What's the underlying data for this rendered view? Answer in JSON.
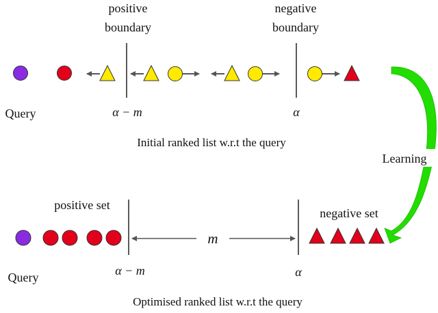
{
  "colors": {
    "query": "#8A2BE2",
    "negative_red": "#E3001B",
    "positive_yellow": "#FFEA00",
    "arrow_gray": "#555555",
    "learning_green": "#22DD00",
    "outline": "#333333"
  },
  "top": {
    "positive_boundary_line1": "positive",
    "positive_boundary_line2": "boundary",
    "negative_boundary_line1": "negative",
    "negative_boundary_line2": "boundary",
    "query_label": "Query",
    "alpha_minus_m": "α − m",
    "alpha": "α",
    "caption": "Initial ranked list  w.r.t the query",
    "items": [
      {
        "shape": "circle",
        "color": "purple",
        "role": "query"
      },
      {
        "shape": "circle",
        "color": "red"
      },
      {
        "shape": "triangle",
        "color": "yellow",
        "arrow": "left"
      },
      {
        "shape": "triangle",
        "color": "yellow",
        "arrow": "left"
      },
      {
        "shape": "circle",
        "color": "yellow",
        "arrow": "right"
      },
      {
        "shape": "triangle",
        "color": "yellow",
        "arrow": "left"
      },
      {
        "shape": "circle",
        "color": "yellow",
        "arrow": "right"
      },
      {
        "shape": "circle",
        "color": "yellow",
        "arrow": "right"
      },
      {
        "shape": "triangle",
        "color": "red"
      }
    ]
  },
  "learning_label": "Learning",
  "bottom": {
    "positive_set_label": "positive set",
    "negative_set_label": "negative set",
    "query_label": "Query",
    "margin_label": "m",
    "alpha_minus_m": "α − m",
    "alpha": "α",
    "caption": "Optimised ranked list w.r.t the query",
    "positive_count": 4,
    "negative_count": 4
  }
}
